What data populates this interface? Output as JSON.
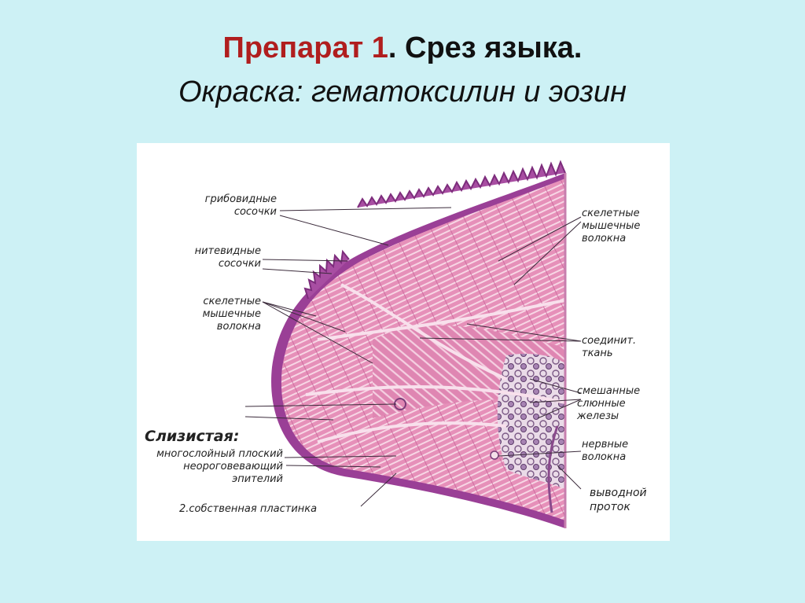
{
  "slide": {
    "title_number": "Препарат 1",
    "title_rest": ". Срез языка.",
    "subtitle": "Окраска: гематоксилин и эозин"
  },
  "labels": {
    "fungiform_1": "грибовидные",
    "fungiform_2": "сосочки",
    "filiform_1": "нитевидные",
    "filiform_2": "сосочки",
    "muscle_left_1": "скелетные",
    "muscle_left_2": "мышечные",
    "muscle_left_3": "волокна",
    "muscle_right_1": "скелетные",
    "muscle_right_2": "мышечные",
    "muscle_right_3": "волокна",
    "connective_1": "соединит.",
    "connective_2": "ткань",
    "glands_1": "смешанные",
    "glands_2": "слюнные",
    "glands_3": "железы",
    "mucosa": "Слизистая:",
    "epithelium_1": "многослойный плоский",
    "epithelium_2": "неороговевающий",
    "epithelium_3": "эпителий",
    "lamina": "2.собственная пластинка",
    "nerve_1": "нервные",
    "nerve_2": "волокна",
    "duct_1": "выводной",
    "duct_2": "проток"
  },
  "colors": {
    "background": "#cdf1f5",
    "title_accent": "#b01e1e",
    "tissue_pink": "#e58fb7",
    "tissue_light": "#f6d3e3",
    "epithelium_purple": "#9a3f96"
  }
}
